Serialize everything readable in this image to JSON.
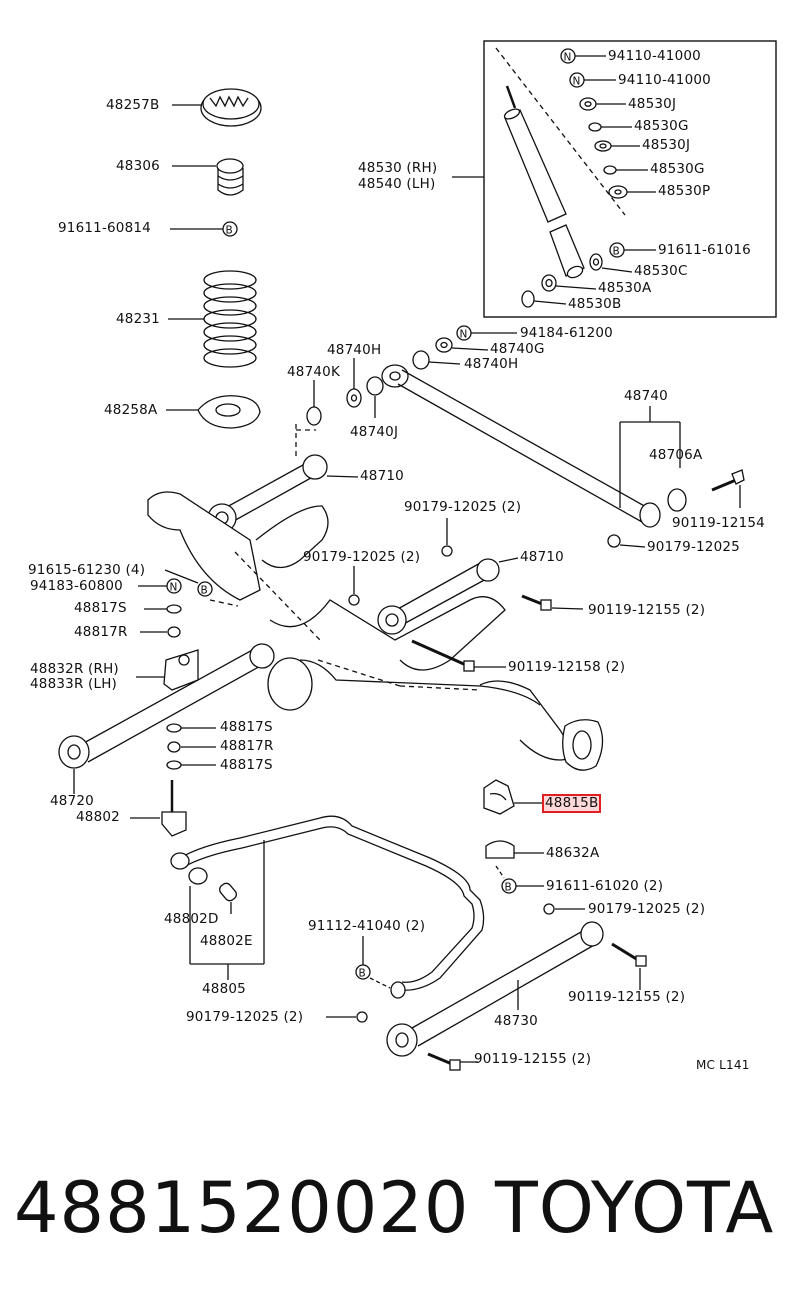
{
  "highlight_color": "#e02020",
  "labels": [
    {
      "id": "l48257b",
      "text": "48257B"
    },
    {
      "id": "l48306",
      "text": "48306"
    },
    {
      "id": "l91611_60814",
      "text": "91611-60814"
    },
    {
      "id": "l48231",
      "text": "48231"
    },
    {
      "id": "l48258a",
      "text": "48258A"
    },
    {
      "id": "l48530rh",
      "text": "48530 (RH)"
    },
    {
      "id": "l48540lh",
      "text": "48540 (LH)"
    },
    {
      "id": "l94110a",
      "text": "94110-41000"
    },
    {
      "id": "l94110b",
      "text": "94110-41000"
    },
    {
      "id": "l48530j1",
      "text": "48530J"
    },
    {
      "id": "l48530g1",
      "text": "48530G"
    },
    {
      "id": "l48530j2",
      "text": "48530J"
    },
    {
      "id": "l48530g2",
      "text": "48530G"
    },
    {
      "id": "l48530p",
      "text": "48530P"
    },
    {
      "id": "l91611_61016",
      "text": "91611-61016"
    },
    {
      "id": "l48530c",
      "text": "48530C"
    },
    {
      "id": "l48530a",
      "text": "48530A"
    },
    {
      "id": "l48530b",
      "text": "48530B"
    },
    {
      "id": "l94184",
      "text": "94184-61200"
    },
    {
      "id": "l48740h1",
      "text": "48740H"
    },
    {
      "id": "l48740g",
      "text": "48740G"
    },
    {
      "id": "l48740h2",
      "text": "48740H"
    },
    {
      "id": "l48740k",
      "text": "48740K"
    },
    {
      "id": "l48740j",
      "text": "48740J"
    },
    {
      "id": "l48740",
      "text": "48740"
    },
    {
      "id": "l48706a",
      "text": "48706A"
    },
    {
      "id": "l90119_12154",
      "text": "90119-12154"
    },
    {
      "id": "l90179_12025a",
      "text": "90179-12025"
    },
    {
      "id": "l48710a",
      "text": "48710"
    },
    {
      "id": "l90179_12025b",
      "text": "90179-12025 (2)"
    },
    {
      "id": "l90179_12025c",
      "text": "90179-12025 (2)"
    },
    {
      "id": "l48710b",
      "text": "48710"
    },
    {
      "id": "l91615",
      "text": "91615-61230 (4)"
    },
    {
      "id": "l94183",
      "text": "94183-60800"
    },
    {
      "id": "l48817s1",
      "text": "48817S"
    },
    {
      "id": "l48817r1",
      "text": "48817R"
    },
    {
      "id": "l90119_12155a",
      "text": "90119-12155 (2)"
    },
    {
      "id": "l90119_12158",
      "text": "90119-12158 (2)"
    },
    {
      "id": "l48832r",
      "text": "48832R (RH)"
    },
    {
      "id": "l48833r",
      "text": "48833R (LH)"
    },
    {
      "id": "l48817s2",
      "text": "48817S"
    },
    {
      "id": "l48817r2",
      "text": "48817R"
    },
    {
      "id": "l48817s3",
      "text": "48817S"
    },
    {
      "id": "l48720",
      "text": "48720"
    },
    {
      "id": "l48802",
      "text": "48802"
    },
    {
      "id": "l48815b",
      "text": "48815B",
      "highlight": true
    },
    {
      "id": "l48632a",
      "text": "48632A"
    },
    {
      "id": "l91611_61020",
      "text": "91611-61020 (2)"
    },
    {
      "id": "l90179_12025d",
      "text": "90179-12025 (2)"
    },
    {
      "id": "l91112",
      "text": "91112-41040 (2)"
    },
    {
      "id": "l48802d",
      "text": "48802D"
    },
    {
      "id": "l48802e",
      "text": "48802E"
    },
    {
      "id": "l48805",
      "text": "48805"
    },
    {
      "id": "l90119_12155b",
      "text": "90119-12155 (2)"
    },
    {
      "id": "l48730",
      "text": "48730"
    },
    {
      "id": "l90179_12025e",
      "text": "90179-12025 (2)"
    },
    {
      "id": "l90119_12155c",
      "text": "90119-12155 (2)"
    },
    {
      "id": "lmc",
      "text": "MC  L141"
    }
  ],
  "symbols": {
    "nut": "N",
    "bolt": "B"
  },
  "caption": {
    "part_number": "4881520020",
    "brand": "TOYOTA"
  }
}
